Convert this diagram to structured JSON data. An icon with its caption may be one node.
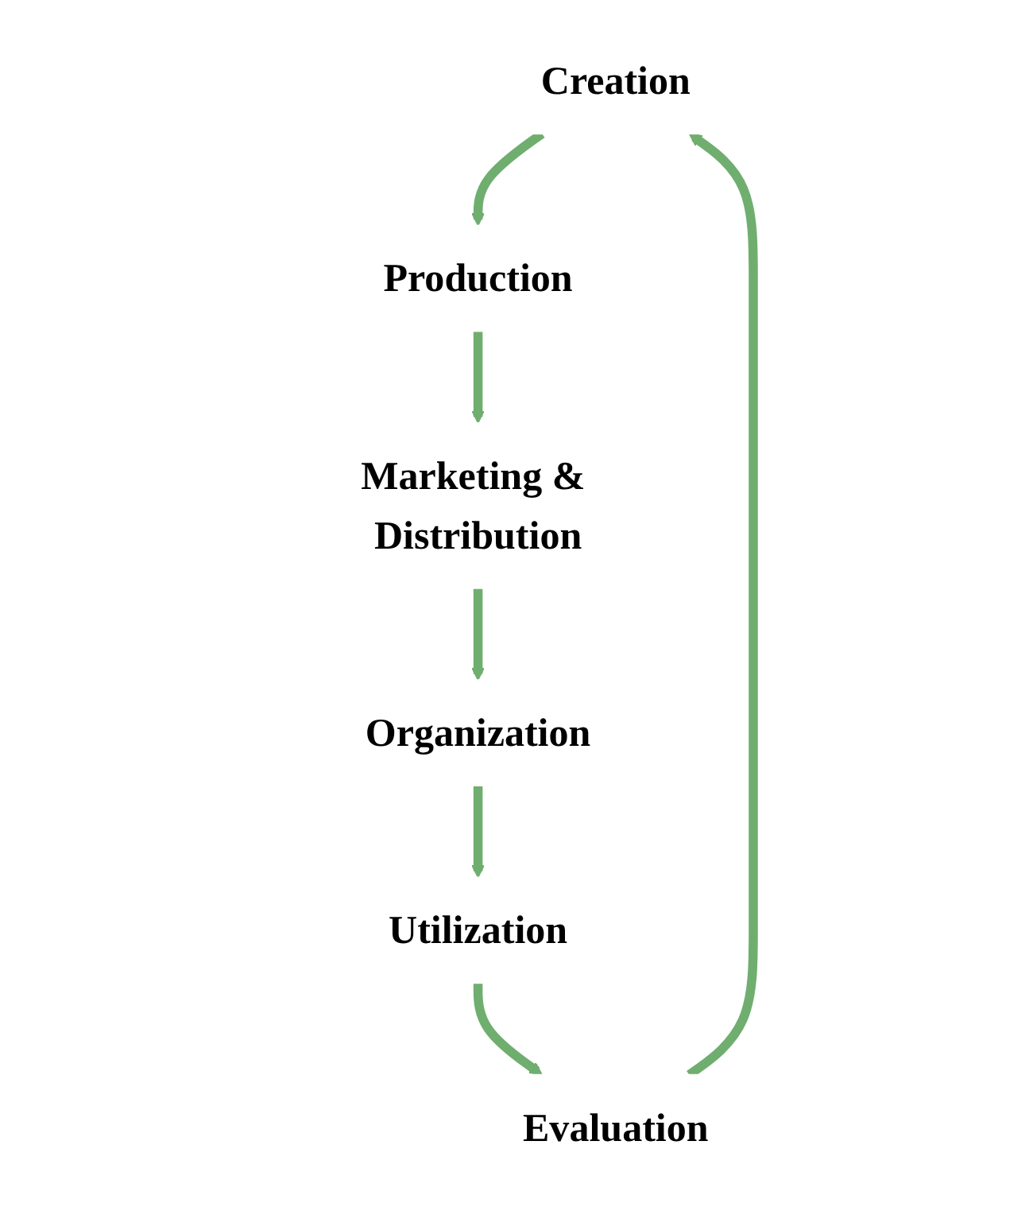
{
  "diagram": {
    "nodes": [
      {
        "text": [
          "Creation"
        ]
      },
      {
        "text": [
          "Production"
        ]
      },
      {
        "text": [
          "Marketing & Distribution"
        ]
      },
      {
        "text": [
          "Organization"
        ]
      },
      {
        "text": [
          "Utilization"
        ]
      },
      {
        "text": [
          "Evaluation"
        ]
      }
    ],
    "edges": [
      {
        "from": 0,
        "to": 1,
        "arrow": "to"
      },
      {
        "from": 1,
        "to": 2,
        "arrow": "to"
      },
      {
        "from": 2,
        "to": 3,
        "arrow": "to"
      },
      {
        "from": 3,
        "to": 4,
        "arrow": "to"
      },
      {
        "from": 4,
        "to": 5,
        "arrow": "to"
      },
      {
        "from": 5,
        "to": 0,
        "arrow": "to"
      }
    ]
  }
}
